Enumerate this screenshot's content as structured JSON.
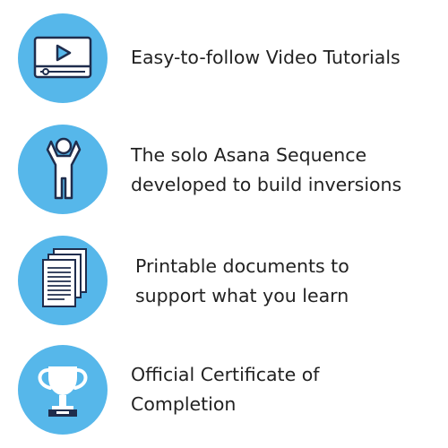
{
  "colors": {
    "circle": "#56b7ea",
    "icon_fill": "#ffffff",
    "icon_stroke": "#1f2d4d",
    "text": "#222222"
  },
  "features": [
    {
      "icon": "video-player-icon",
      "lines": [
        "Easy-to-follow Video Tutorials"
      ]
    },
    {
      "icon": "person-arms-up-icon",
      "lines": [
        "The solo Asana Sequence",
        "developed to build inversions"
      ]
    },
    {
      "icon": "documents-icon",
      "lines": [
        "Printable documents to",
        "support what you learn"
      ]
    },
    {
      "icon": "trophy-icon",
      "lines": [
        "Official Certificate of",
        "Completion"
      ]
    }
  ]
}
